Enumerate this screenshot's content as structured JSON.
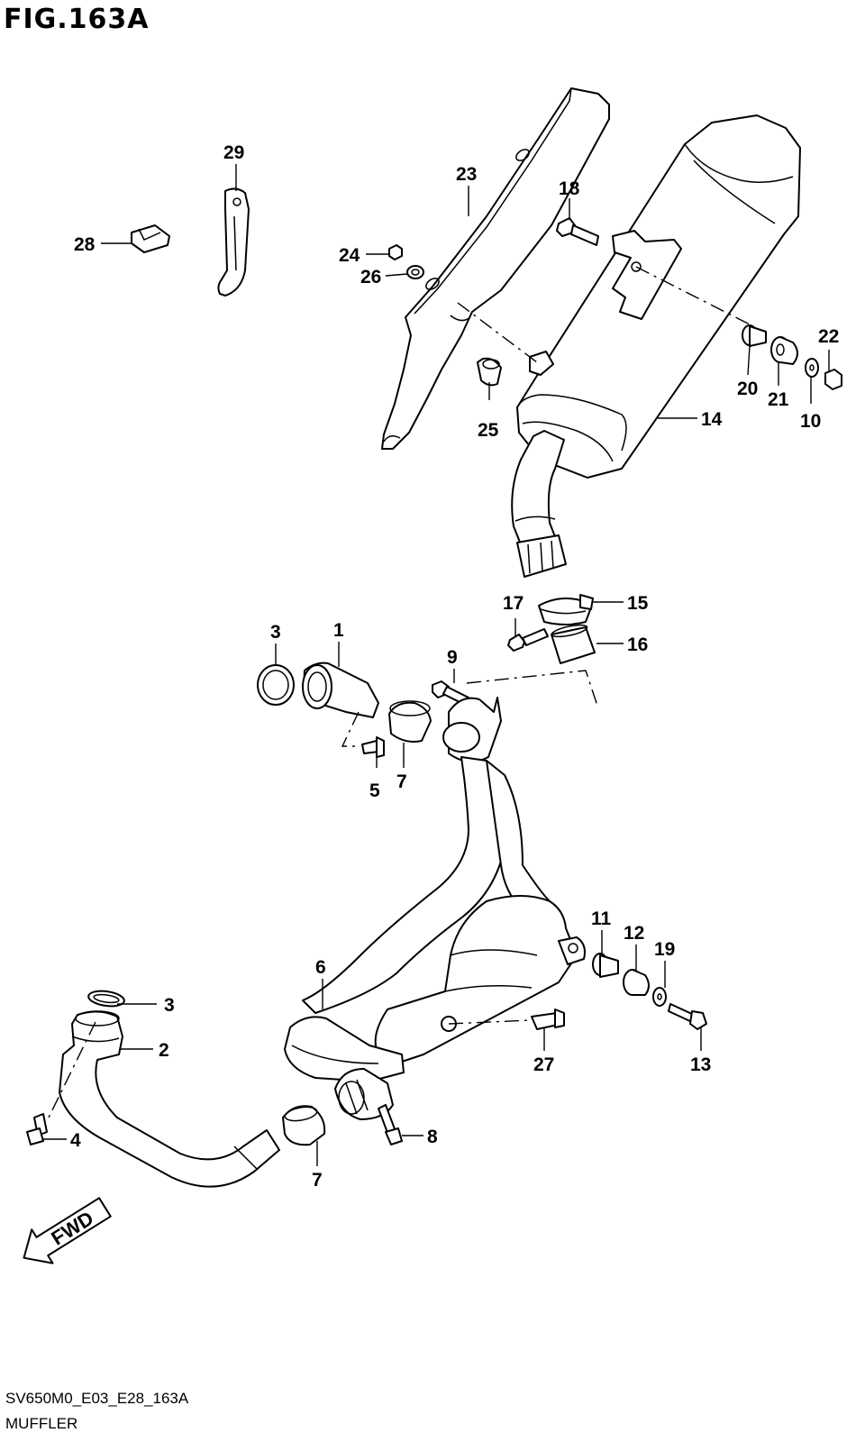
{
  "figure": {
    "title": "FIG.163A",
    "code": "SV650M0_E03_E28_163A",
    "name": "MUFFLER"
  },
  "direction_label": "FWD",
  "callouts": [
    {
      "id": "c1",
      "label": "1"
    },
    {
      "id": "c2",
      "label": "2"
    },
    {
      "id": "c3a",
      "label": "3"
    },
    {
      "id": "c3b",
      "label": "3"
    },
    {
      "id": "c4",
      "label": "4"
    },
    {
      "id": "c5",
      "label": "5"
    },
    {
      "id": "c6",
      "label": "6"
    },
    {
      "id": "c7a",
      "label": "7"
    },
    {
      "id": "c7b",
      "label": "7"
    },
    {
      "id": "c8",
      "label": "8"
    },
    {
      "id": "c9",
      "label": "9"
    },
    {
      "id": "c10",
      "label": "10"
    },
    {
      "id": "c11",
      "label": "11"
    },
    {
      "id": "c12",
      "label": "12"
    },
    {
      "id": "c13",
      "label": "13"
    },
    {
      "id": "c14",
      "label": "14"
    },
    {
      "id": "c15",
      "label": "15"
    },
    {
      "id": "c16",
      "label": "16"
    },
    {
      "id": "c17",
      "label": "17"
    },
    {
      "id": "c18",
      "label": "18"
    },
    {
      "id": "c19",
      "label": "19"
    },
    {
      "id": "c20",
      "label": "20"
    },
    {
      "id": "c21",
      "label": "21"
    },
    {
      "id": "c22",
      "label": "22"
    },
    {
      "id": "c23",
      "label": "23"
    },
    {
      "id": "c24",
      "label": "24"
    },
    {
      "id": "c25",
      "label": "25"
    },
    {
      "id": "c26",
      "label": "26"
    },
    {
      "id": "c27",
      "label": "27"
    },
    {
      "id": "c28",
      "label": "28"
    },
    {
      "id": "c29",
      "label": "29"
    }
  ]
}
